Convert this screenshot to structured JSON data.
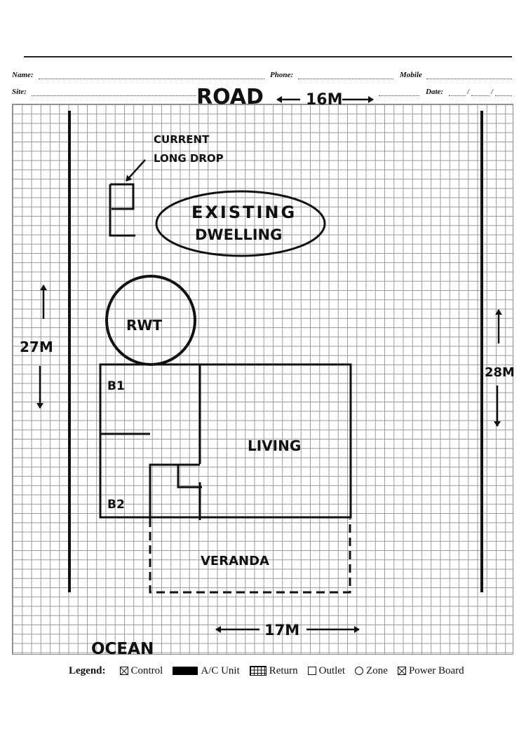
{
  "form": {
    "name_label": "Name:",
    "phone_label": "Phone:",
    "mobile_label": "Mobile",
    "site_label": "Site:",
    "date_label": "Date:",
    "date_sep_1": "/",
    "date_sep_2": "/"
  },
  "sketch": {
    "road_label": "ROAD",
    "road_width": "16M",
    "long_drop_line1": "CURRENT",
    "long_drop_line2": "LONG DROP",
    "dwelling_line1": "EXISTING",
    "dwelling_line2": "DWELLING",
    "tank_label": "RWT",
    "left_dim": "27M",
    "right_dim": "28M",
    "room_b1": "B1",
    "room_b2": "B2",
    "room_living": "LIVING",
    "veranda": "VERANDA",
    "bottom_dim": "17M",
    "ocean_label": "OCEAN"
  },
  "legend": {
    "title": "Legend:",
    "items": [
      {
        "label": "Control",
        "icon": "boxed-x-icon"
      },
      {
        "label": "A/C Unit",
        "icon": "filled-rectangle-icon"
      },
      {
        "label": "Return",
        "icon": "grid-rectangle-icon"
      },
      {
        "label": "Outlet",
        "icon": "empty-square-icon"
      },
      {
        "label": "Zone",
        "icon": "circle-icon"
      },
      {
        "label": "Power Board",
        "icon": "boxed-x-icon"
      }
    ]
  }
}
